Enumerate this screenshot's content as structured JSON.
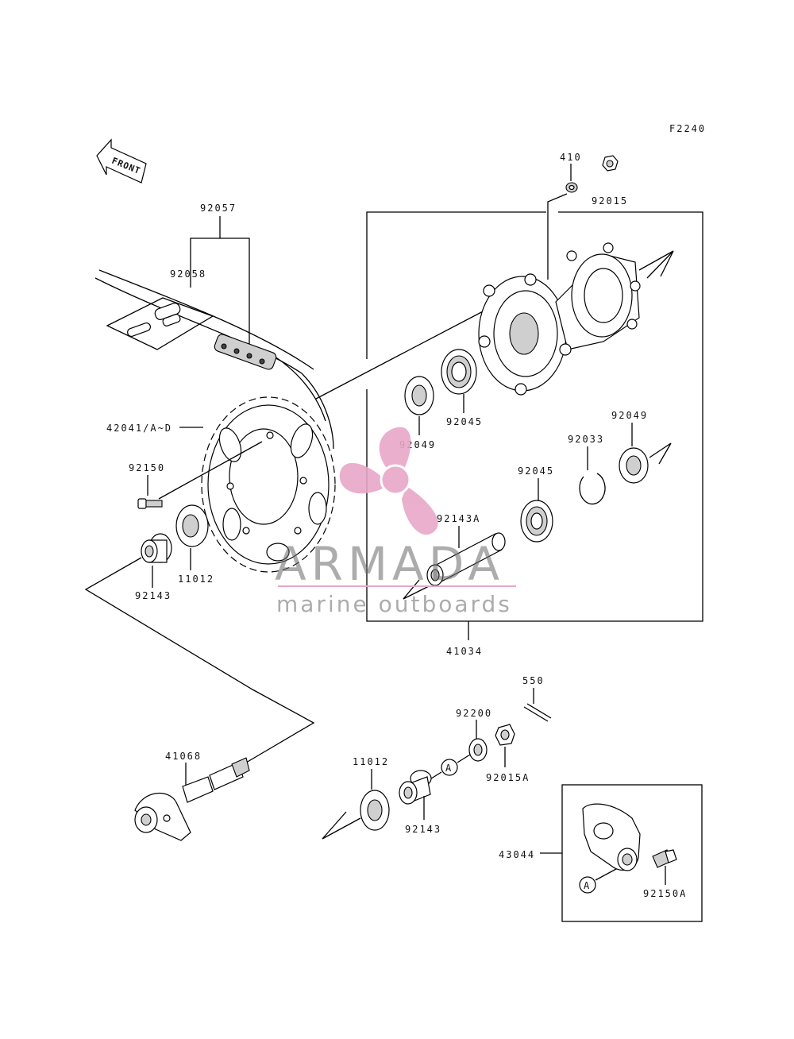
{
  "figure_code": "F2240",
  "front_label": "FRONT",
  "parts": {
    "p410": "410",
    "p92015": "92015",
    "p92057": "92057",
    "p92058": "92058",
    "p42041": "42041/A~D",
    "p92150": "92150",
    "p92049_top": "92049",
    "p92045_top": "92045",
    "p92049_right": "92049",
    "p92033": "92033",
    "p92045_mid": "92045",
    "p92143A": "92143A",
    "p11012_left": "11012",
    "p92143_left": "92143",
    "p41034": "41034",
    "p550": "550",
    "p92200": "92200",
    "p92015A": "92015A",
    "p11012_bottom": "11012",
    "p92143_bottom": "92143",
    "p41068": "41068",
    "p43044": "43044",
    "p92150A": "92150A",
    "ref_a1": "A",
    "ref_a2": "A"
  },
  "watermark": {
    "brand": "ARMADA",
    "tagline": "marine outboards",
    "accent_color": "#e8a7c8"
  }
}
